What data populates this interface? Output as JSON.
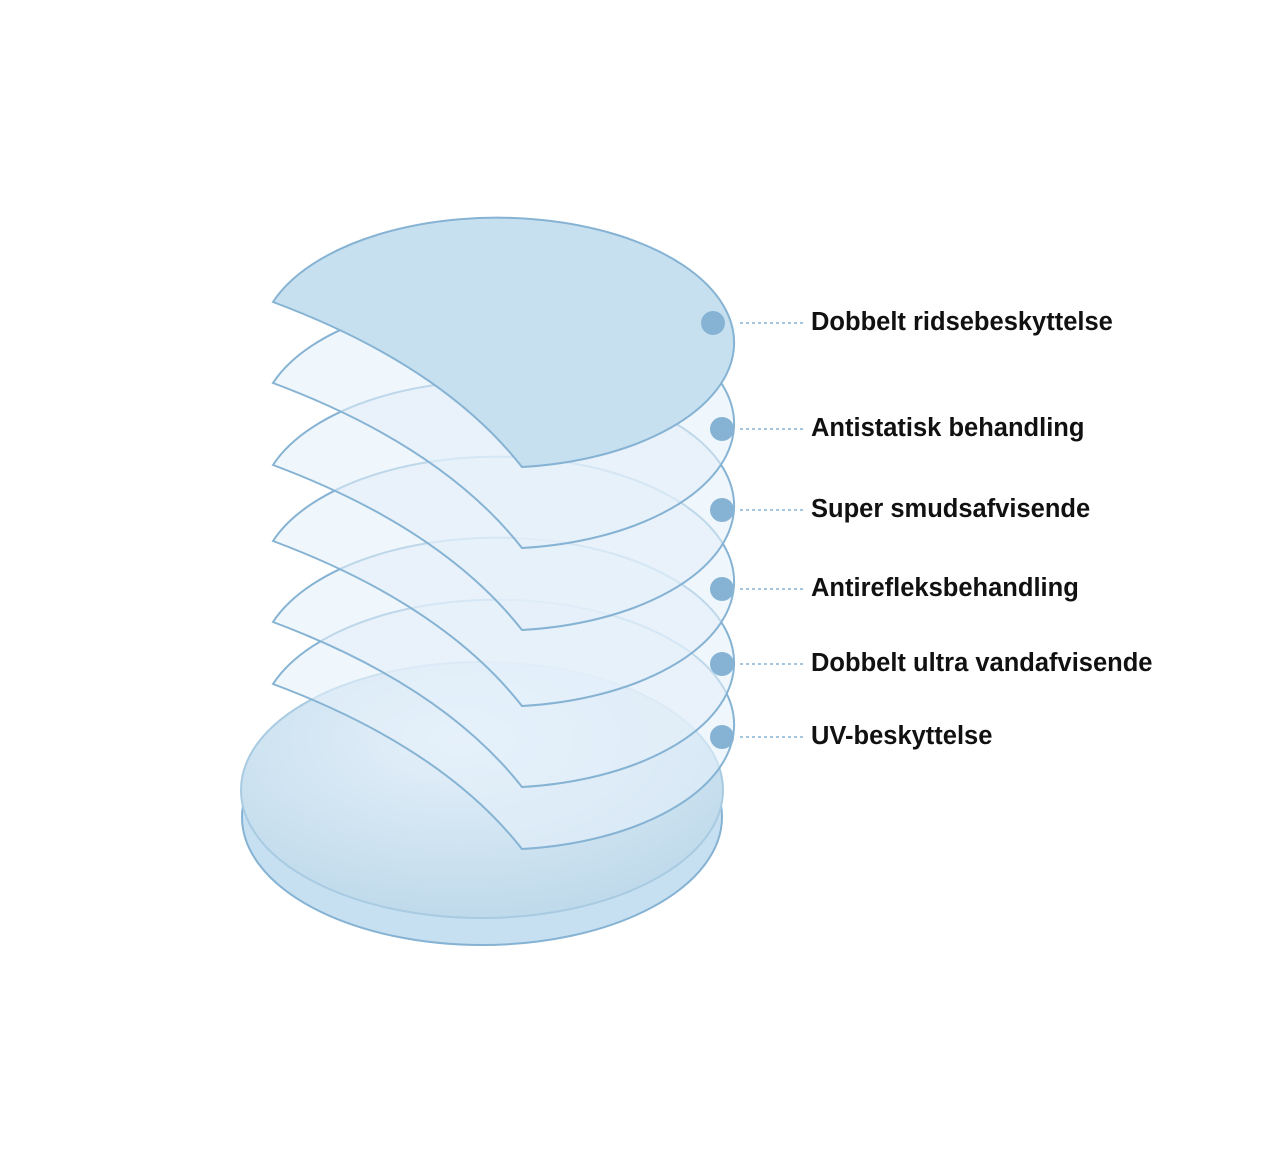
{
  "colors": {
    "stroke": "#86b3d3",
    "top_layer_fill": "#c7e0f0",
    "layer_fill": "#e4f0fa",
    "dot": "#86b3d3",
    "text": "#111111"
  },
  "layers": [
    {
      "label": "Dobbelt ridsebeskyttelse"
    },
    {
      "label": "Antistatisk behandling"
    },
    {
      "label": "Super smudsafvisende"
    },
    {
      "label": "Antirefleksbehandling"
    },
    {
      "label": "Dobbelt ultra vandafvisende"
    },
    {
      "label": "UV-beskyttelse"
    }
  ]
}
